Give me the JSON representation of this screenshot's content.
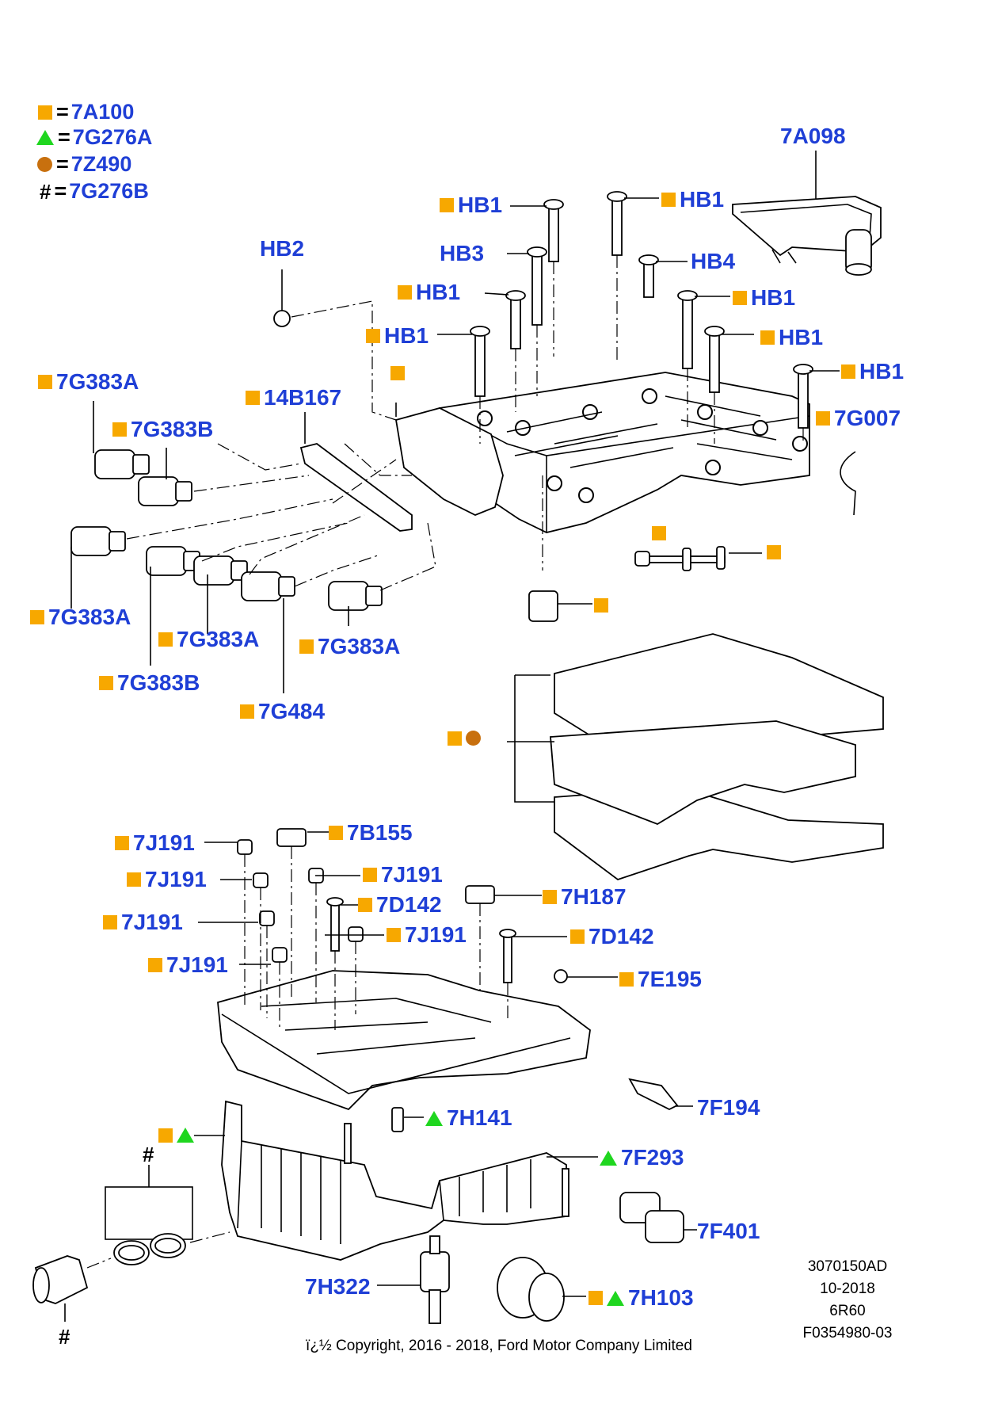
{
  "legend": [
    {
      "marker": "square",
      "color": "#f7a800",
      "text": "7A100"
    },
    {
      "marker": "triangle",
      "color": "#1fd61f",
      "text": "7G276A"
    },
    {
      "marker": "circle",
      "color": "#c8700e",
      "text": "7Z490"
    },
    {
      "marker": "hash",
      "color": "#000000",
      "text": "7G276B"
    }
  ],
  "legend_eq": "=",
  "labels": {
    "l_7a098": "7A098",
    "l_hb2": "HB2",
    "l_hb1_a": "HB1",
    "l_hb1_b": "HB1",
    "l_hb3": "HB3",
    "l_hb4": "HB4",
    "l_hb1_c": "HB1",
    "l_hb1_d": "HB1",
    "l_hb1_e": "HB1",
    "l_hb1_f": "HB1",
    "l_hb1_g": "HB1",
    "l_7g383a_1": "7G383A",
    "l_14b167": "14B167",
    "l_7g383b_1": "7G383B",
    "l_7g007": "7G007",
    "l_7g383a_2": "7G383A",
    "l_7g383a_3": "7G383A",
    "l_7g383a_4": "7G383A",
    "l_7g383b_2": "7G383B",
    "l_7g484": "7G484",
    "l_7j191_1": "7J191",
    "l_7b155": "7B155",
    "l_7j191_2": "7J191",
    "l_7j191_3": "7J191",
    "l_7h187": "7H187",
    "l_7d142_1": "7D142",
    "l_7j191_4": "7J191",
    "l_7j191_5": "7J191",
    "l_7d142_2": "7D142",
    "l_7j191_6": "7J191",
    "l_7e195": "7E195",
    "l_7f194": "7F194",
    "l_7h141": "7H141",
    "l_7f293": "7F293",
    "l_7f401": "7F401",
    "l_7h322": "7H322",
    "l_7h103": "7H103",
    "l_hash_top": "#",
    "l_hash_bot": "#"
  },
  "meta": {
    "code": "3070150AD",
    "date": "10-2018",
    "model": "6R60",
    "figure": "F0354980-03"
  },
  "copyright": "ï¿½ Copyright, 2016 - 2018, Ford Motor Company Limited"
}
